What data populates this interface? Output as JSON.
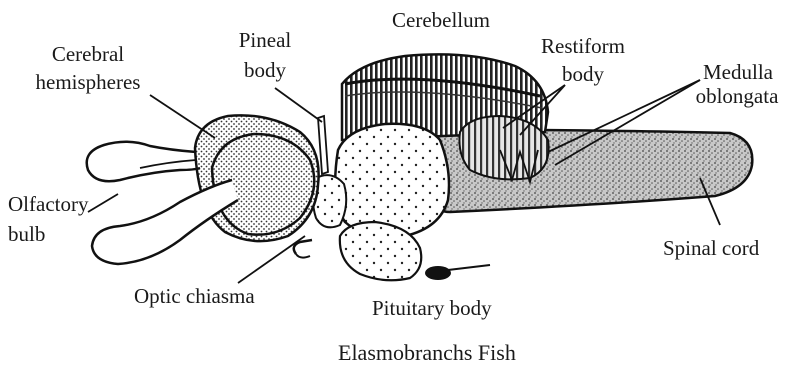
{
  "diagram": {
    "caption": "Elasmobranchs Fish",
    "labels": {
      "cerebral_hemispheres_1": "Cerebral",
      "cerebral_hemispheres_2": "hemispheres",
      "pineal_body_1": "Pineal",
      "pineal_body_2": "body",
      "cerebellum": "Cerebellum",
      "restiform_body_1": "Restiform",
      "restiform_body_2": "body",
      "medulla_oblongata_1": "Medulla",
      "medulla_oblongata_2": "oblongata",
      "olfactory_bulb_1": "Olfactory",
      "olfactory_bulb_2": "bulb",
      "spinal_cord": "Spinal cord",
      "optic_chiasma": "Optic chiasma",
      "pituitary_body": "Pituitary body"
    },
    "colors": {
      "ink": "#1a1a1a",
      "background": "#ffffff"
    }
  }
}
